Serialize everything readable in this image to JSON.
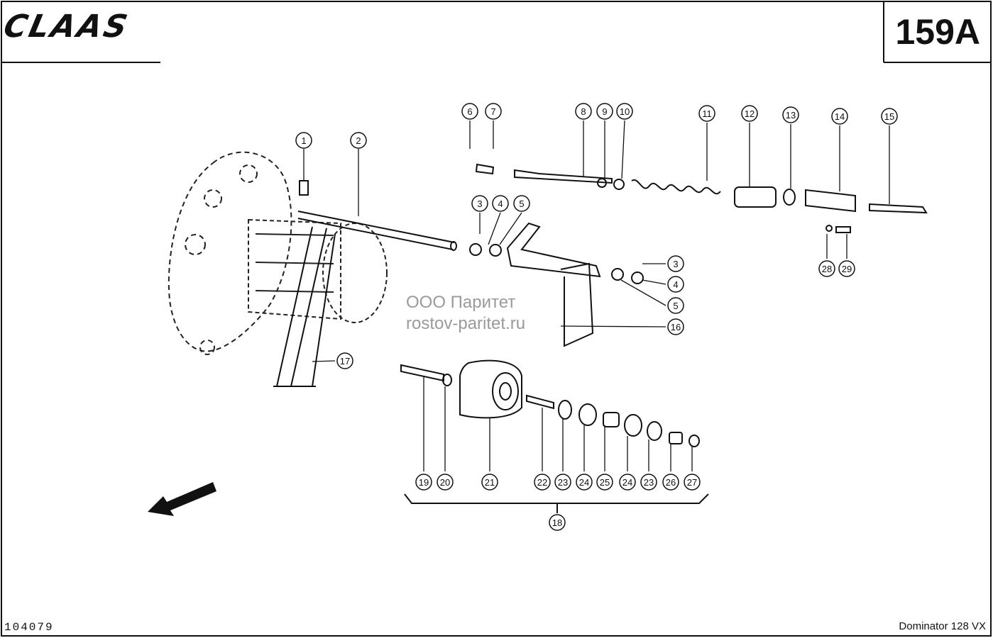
{
  "header": {
    "brand": "CLAAS",
    "page_number": "159A"
  },
  "footer": {
    "document_number": "104079",
    "model": "Dominator 128 VX"
  },
  "watermark": {
    "line1": "ООО Паритет",
    "line2": "rostov-paritet.ru"
  },
  "callouts": [
    "1",
    "2",
    "3",
    "4",
    "5",
    "6",
    "7",
    "8",
    "9",
    "10",
    "11",
    "12",
    "13",
    "14",
    "15",
    "3",
    "4",
    "5",
    "16",
    "17",
    "19",
    "20",
    "21",
    "22",
    "23",
    "24",
    "25",
    "24",
    "23",
    "26",
    "27",
    "18",
    "28",
    "29"
  ]
}
